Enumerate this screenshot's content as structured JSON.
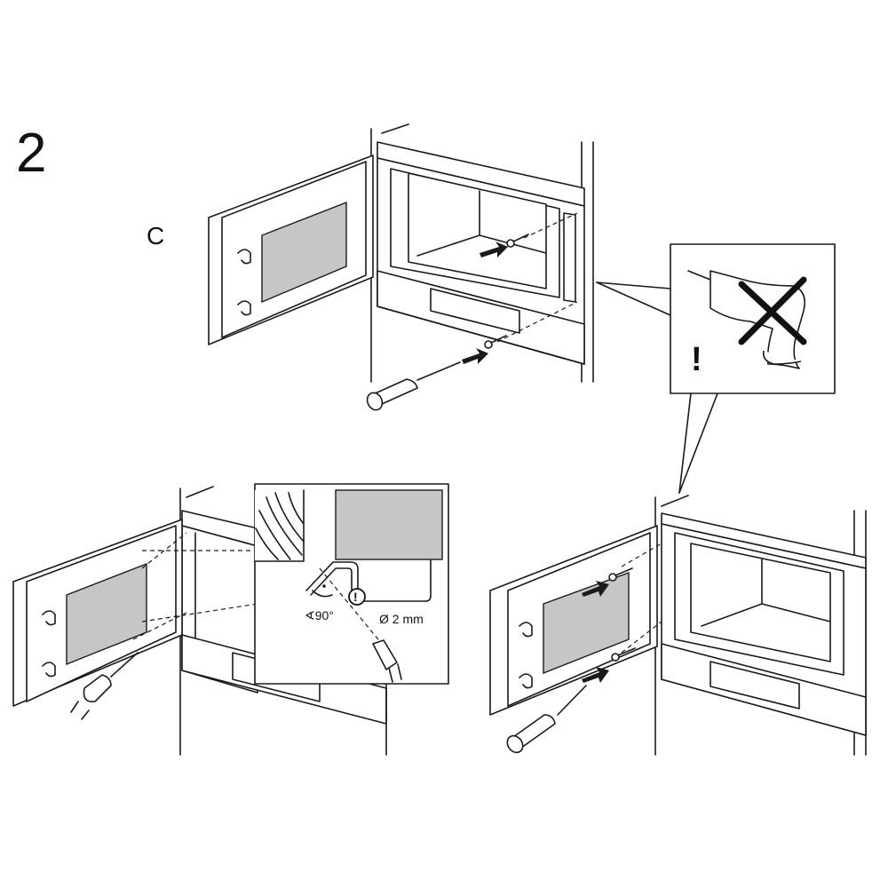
{
  "step_number": "2",
  "substep_label": "C",
  "warning_mark": "!",
  "inset": {
    "angle_label": "∢90°",
    "drill_diameter_label": "Ø 2 mm",
    "warning_mark": "!"
  },
  "colors": {
    "line": "#1a1a1a",
    "fill_gray": "#c6c6c6",
    "background": "#ffffff"
  }
}
